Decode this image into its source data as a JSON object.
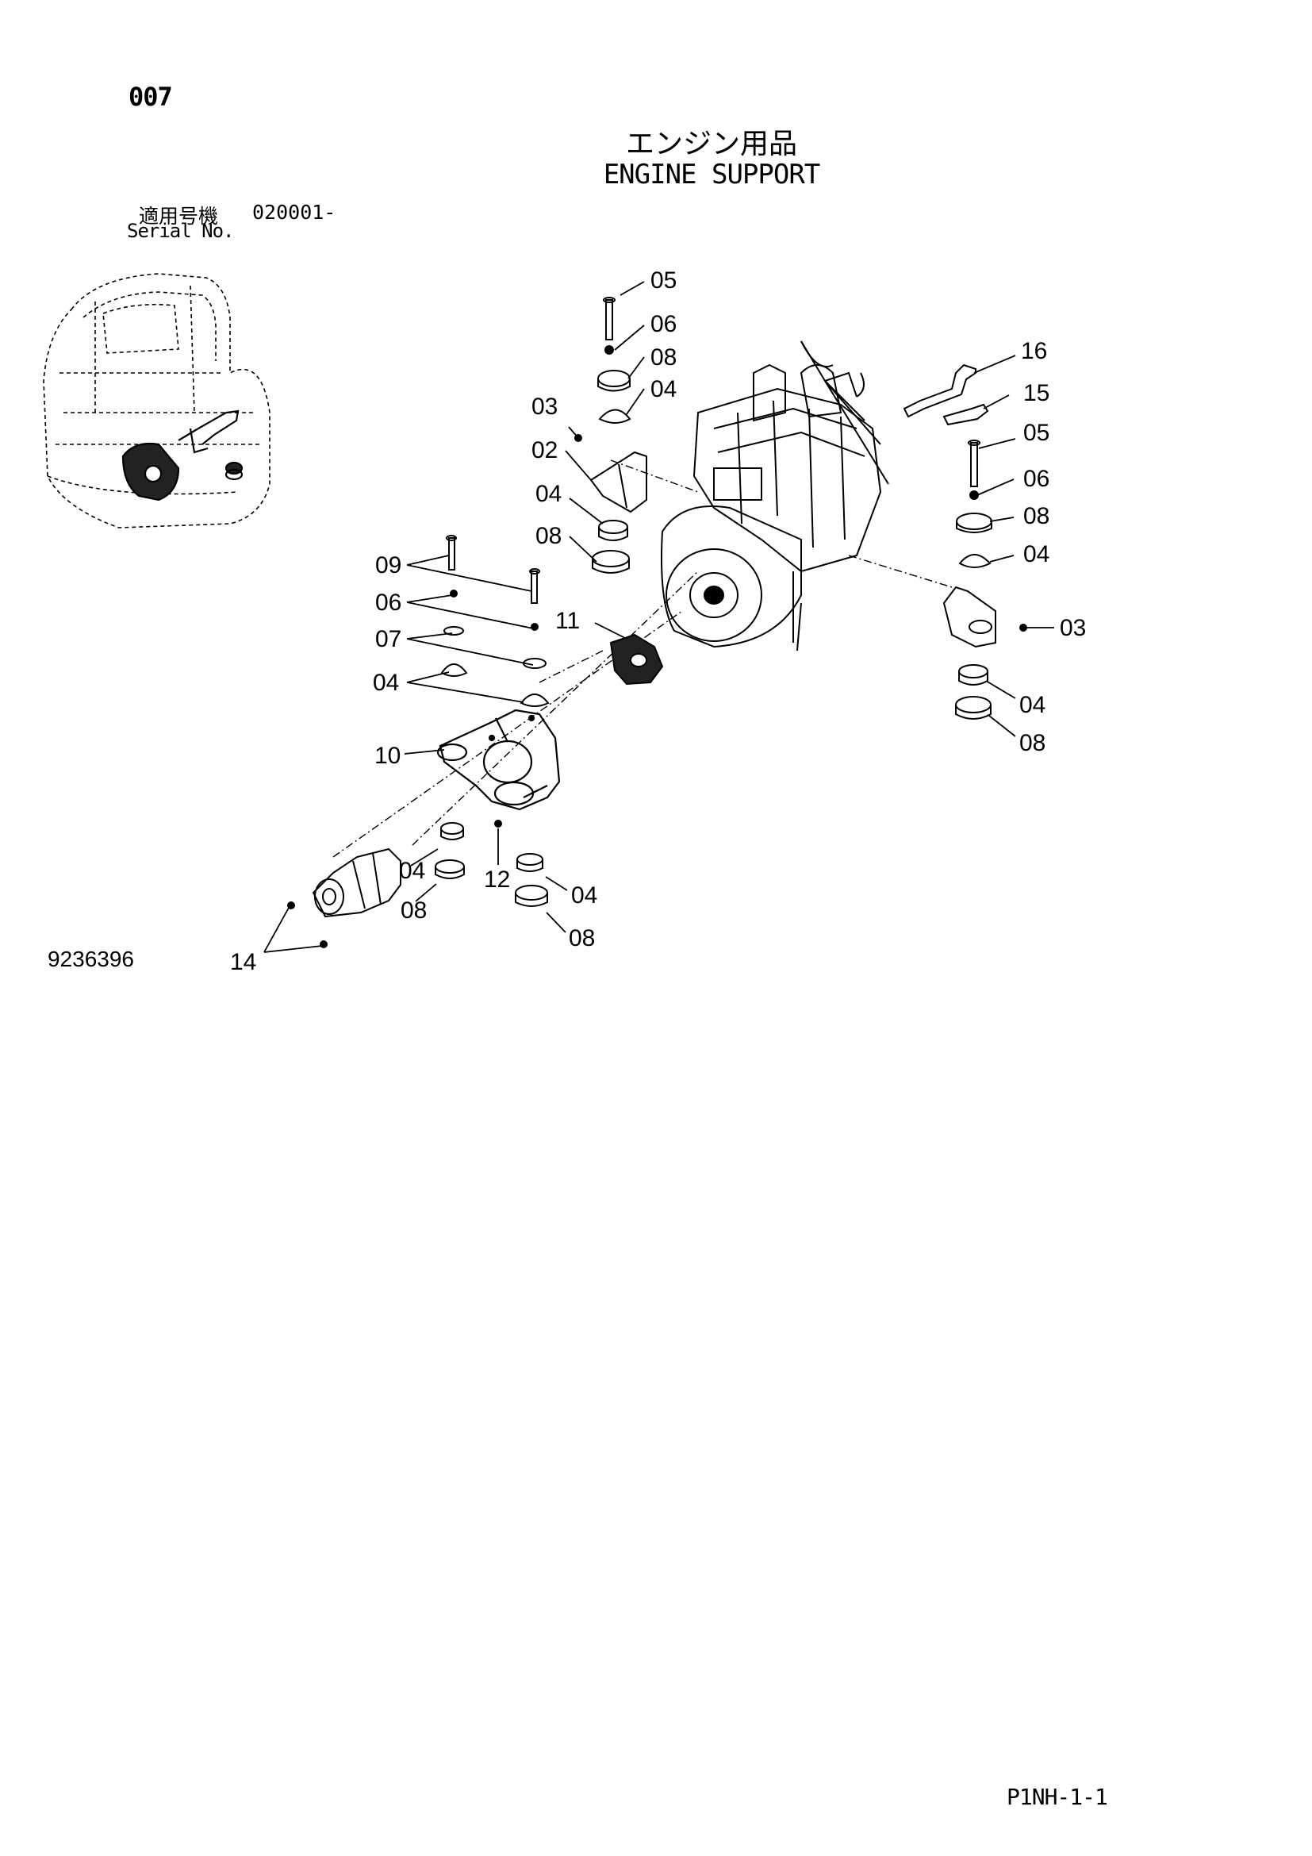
{
  "header": {
    "page_number": "007",
    "title_jp": "エンジン用品",
    "title_en": "ENGINE SUPPORT",
    "serial_label_jp": "適用号機",
    "serial_code": "020001-",
    "serial_label_en": "Serial No."
  },
  "footer": {
    "drawing_number": "9236396",
    "page_code": "P1NH-1-1"
  },
  "callouts": {
    "c05a": "05",
    "c06a": "06",
    "c08a": "08",
    "c04a": "04",
    "c03a": "03",
    "c02": "02",
    "c04b": "04",
    "c08b": "08",
    "c16": "16",
    "c15": "15",
    "c05b": "05",
    "c06b": "06",
    "c08c": "08",
    "c04c": "04",
    "c03b": "03",
    "c04d": "04",
    "c08d": "08",
    "c09": "09",
    "c06c": "06",
    "c07": "07",
    "c04e": "04",
    "c11": "11",
    "c10": "10",
    "c04f": "04",
    "c08e": "08",
    "c12": "12",
    "c04g": "04",
    "c08f": "08",
    "c14": "14"
  }
}
